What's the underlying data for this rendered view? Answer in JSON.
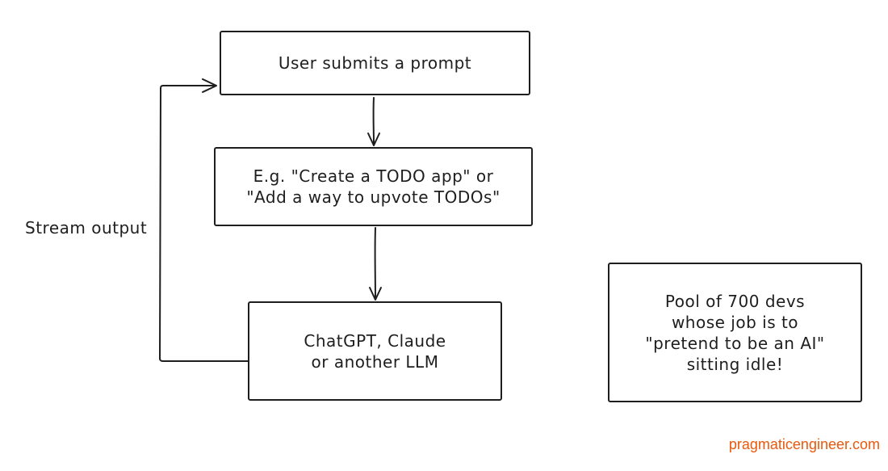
{
  "diagram": {
    "boxes": {
      "prompt": "User submits a prompt",
      "example": "E.g. \"Create a TODO app\" or\n\"Add a way to upvote TODOs\"",
      "llm": "ChatGPT, Claude\nor another LLM",
      "pool": "Pool of 700 devs\nwhose job is to\n\"pretend to be an AI\"\nsitting idle!"
    },
    "labels": {
      "stream_output": "Stream output"
    },
    "watermark": "pragmaticengineer.com",
    "colors": {
      "stroke": "#1e1e1e",
      "background": "#ffffff",
      "watermark": "#e8590c"
    }
  }
}
